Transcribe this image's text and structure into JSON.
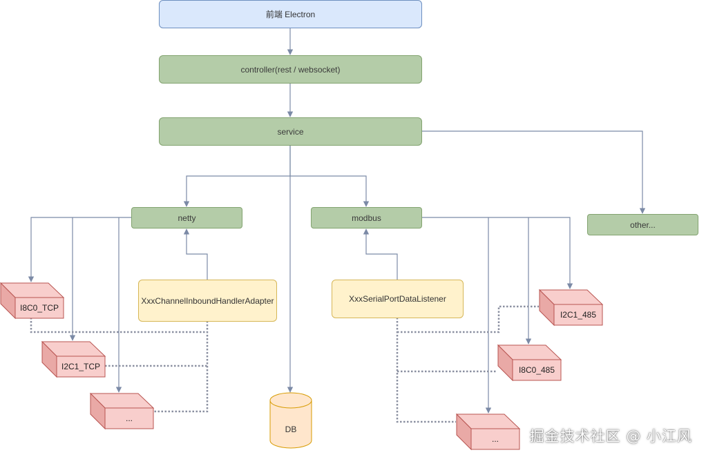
{
  "nodes": {
    "frontend": "前端 Electron",
    "controller": "controller(rest / websocket)",
    "service": "service",
    "netty": "netty",
    "modbus": "modbus",
    "other": "other...",
    "netty_handler": "XxxChannelInboundHandlerAdapter",
    "serial_listener": "XxxSerialPortDataListener",
    "db": "DB",
    "i8c0_tcp": "I8C0_TCP",
    "i2c1_tcp": "I2C1_TCP",
    "tcp_more": "...",
    "i2c1_485": "I2C1_485",
    "i8c0_485": "I8C0_485",
    "rs485_more": "..."
  },
  "colors": {
    "blue_fill": "#dae8fc",
    "green_fill": "#b4cca8",
    "yellow_fill": "#fff2cc",
    "red_fill": "#f8cecc",
    "db_fill": "#ffe6cc",
    "connector": "#7b8aa6"
  },
  "watermark": "掘金技术社区 @ 小江风"
}
